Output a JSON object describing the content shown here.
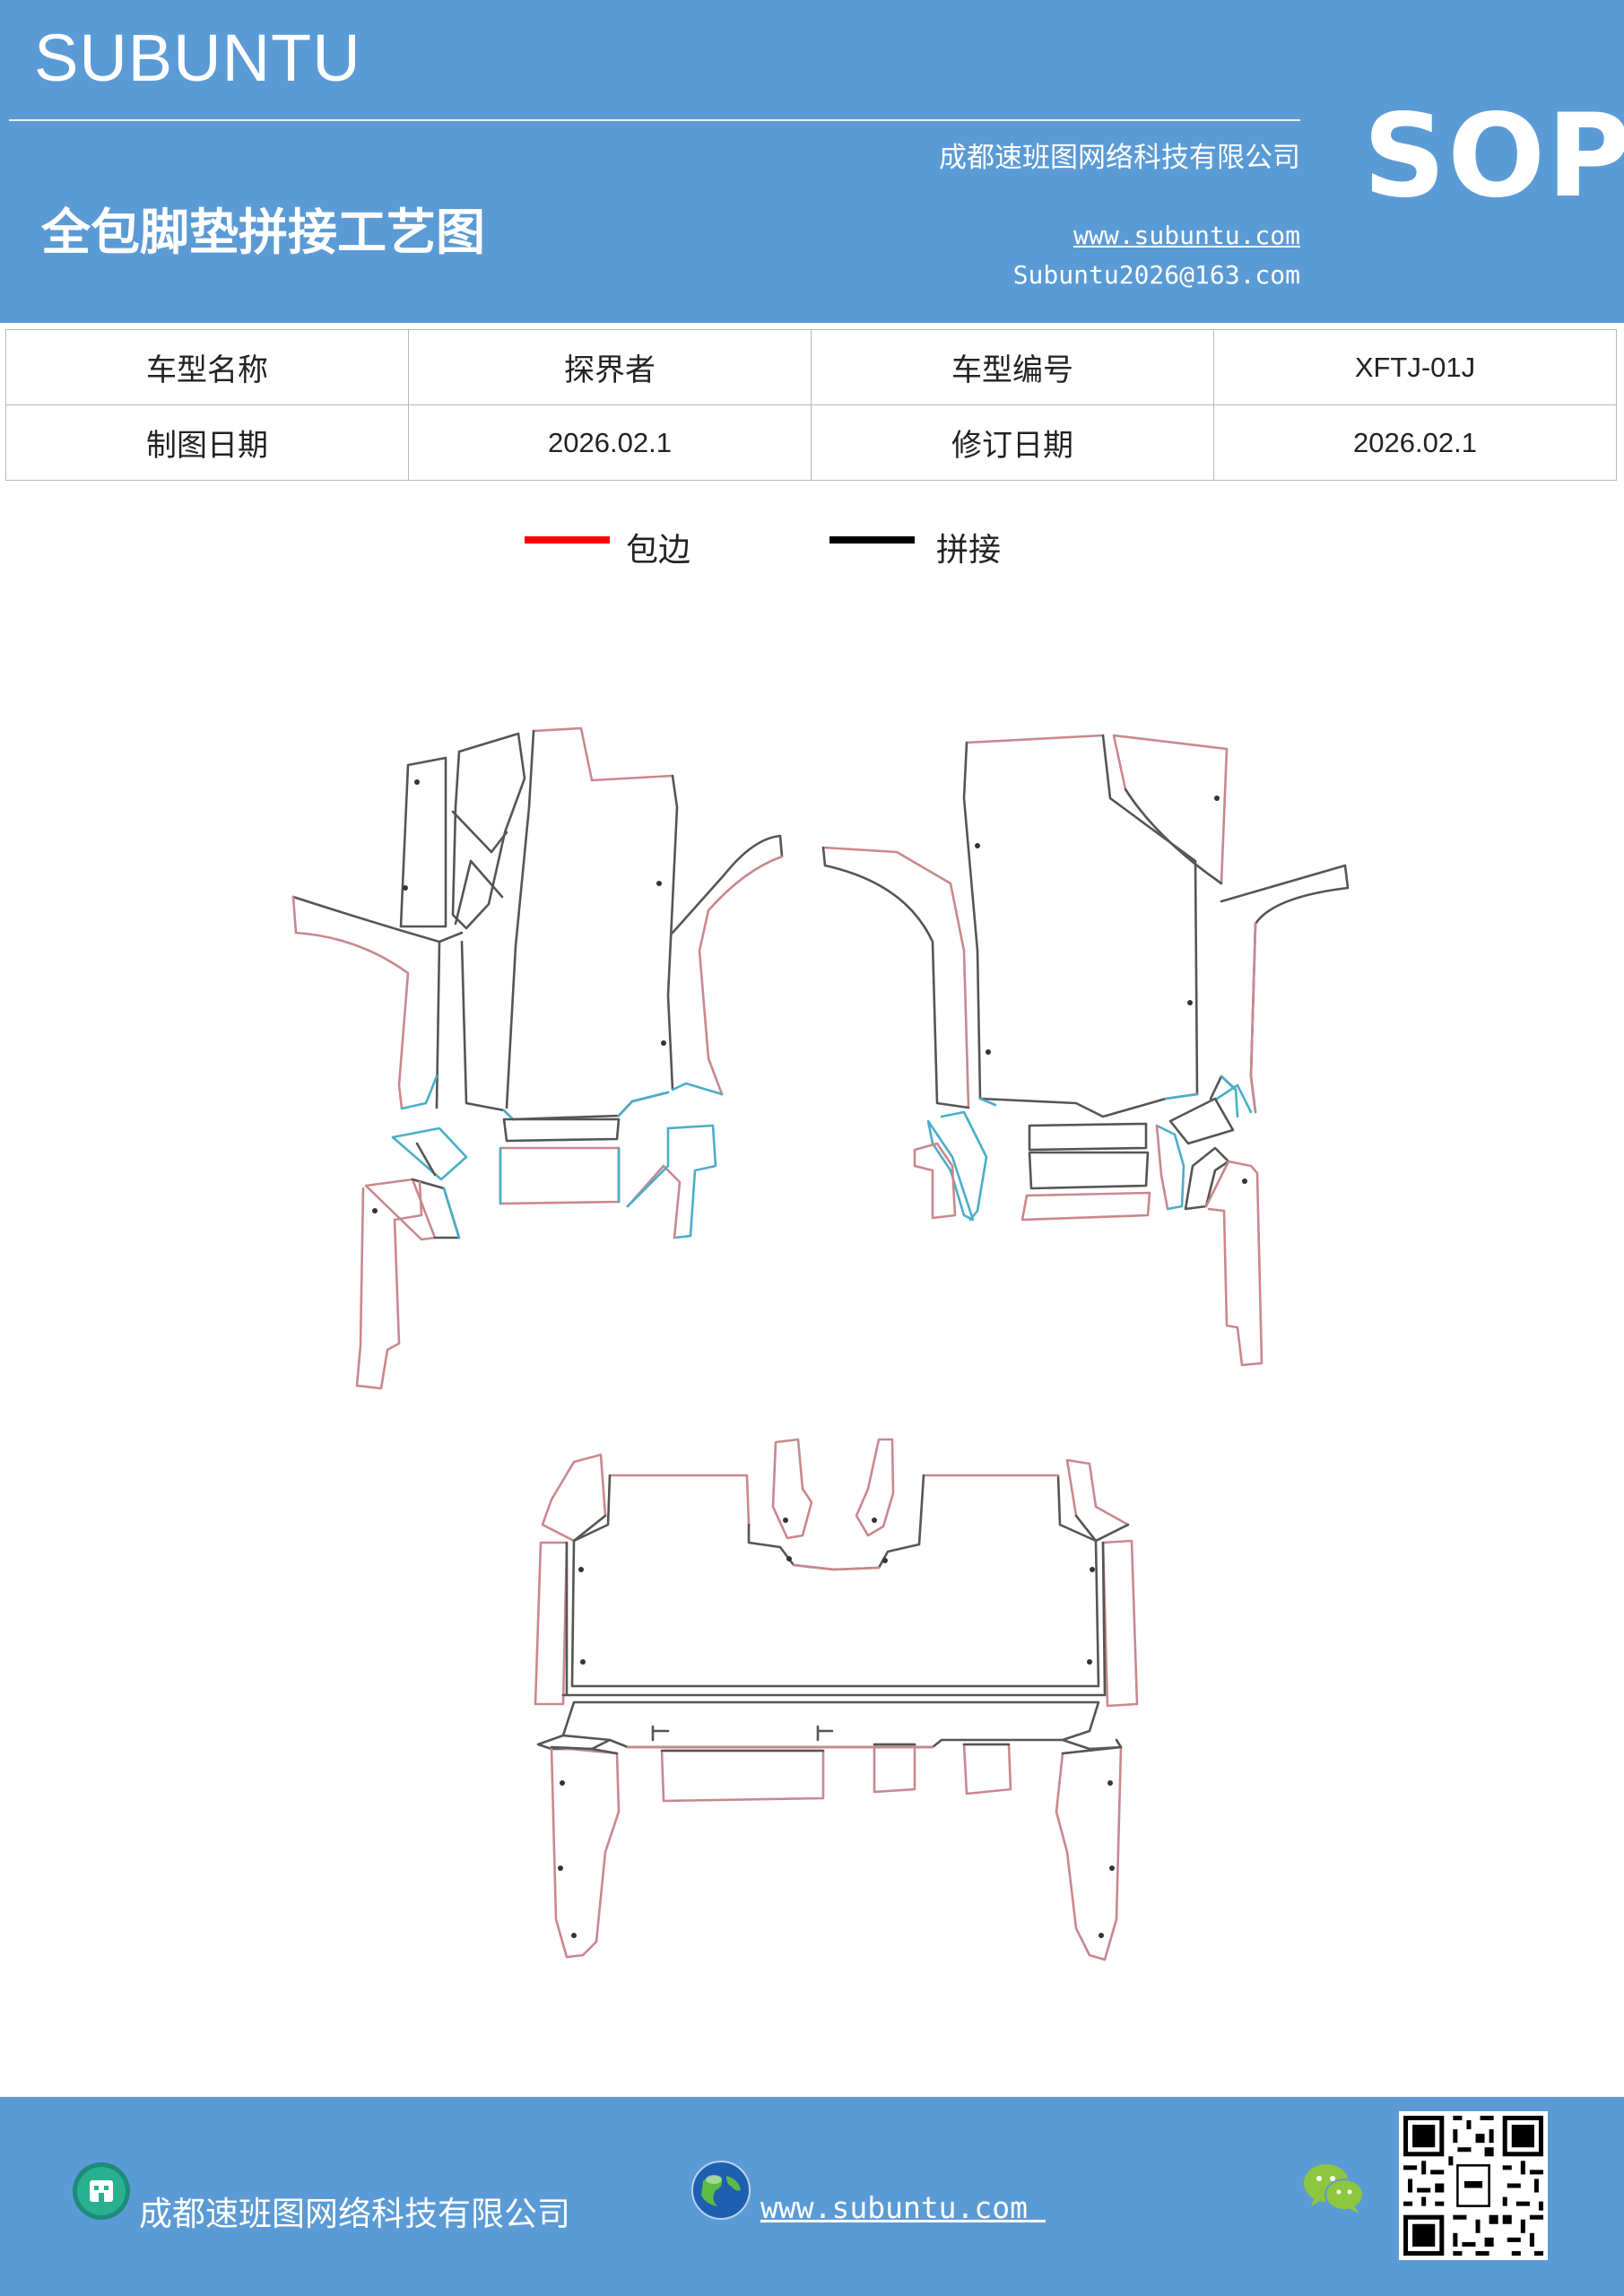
{
  "header": {
    "brand": "SUBUNTU",
    "company": "成都速班图网络科技有限公司",
    "title": "全包脚垫拼接工艺图",
    "website": "www.subuntu.com",
    "email": "Subuntu2026@163.com",
    "badge": "SOP"
  },
  "info_table": {
    "rows": [
      {
        "label1": "车型名称",
        "value1": "探界者",
        "label2": "车型编号",
        "value2": "XFTJ-01J"
      },
      {
        "label1": "制图日期",
        "value1": "2026.02.1",
        "label2": "修订日期",
        "value2": "2026.02.1"
      }
    ]
  },
  "legend": {
    "items": [
      {
        "label": "包边",
        "color": "#ff0000"
      },
      {
        "label": "拼接",
        "color": "#000000"
      }
    ]
  },
  "drawing": {
    "outline_colors": {
      "edge": "#c9888c",
      "seam": "#555555",
      "accent": "#4aaec9"
    }
  },
  "footer": {
    "company": "成都速班图网络科技有限公司",
    "website": "www.subuntu.com ",
    "icons": [
      "building-icon",
      "globe-icon",
      "wechat-icon",
      "qr-code"
    ]
  },
  "colors": {
    "brand_blue": "#5b9bd5"
  }
}
